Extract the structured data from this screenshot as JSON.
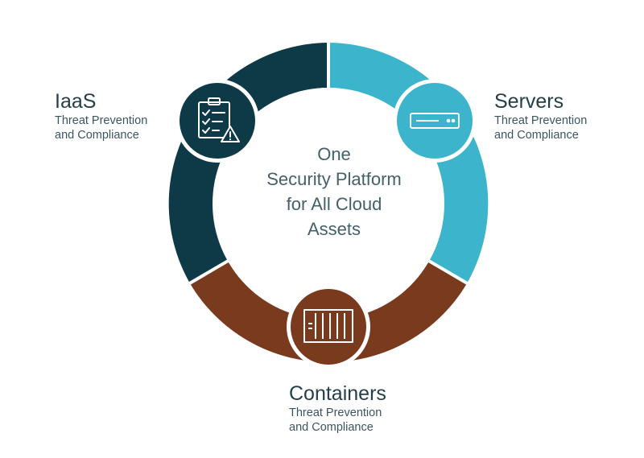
{
  "center": {
    "lines": [
      "One",
      "Security Platform",
      "for All Cloud",
      "Assets"
    ]
  },
  "segments": [
    {
      "key": "iaas",
      "title": "IaaS",
      "subtitle_line1": "Threat Prevention",
      "subtitle_line2": "and Compliance",
      "color": "#0e3a47",
      "icon": "checklist-warning-icon"
    },
    {
      "key": "servers",
      "title": "Servers",
      "subtitle_line1": "Threat Prevention",
      "subtitle_line2": "and Compliance",
      "color": "#3cb4cc",
      "icon": "server-icon"
    },
    {
      "key": "containers",
      "title": "Containers",
      "subtitle_line1": "Threat Prevention",
      "subtitle_line2": "and Compliance",
      "color": "#7a3a1e",
      "icon": "shipping-container-icon"
    }
  ]
}
